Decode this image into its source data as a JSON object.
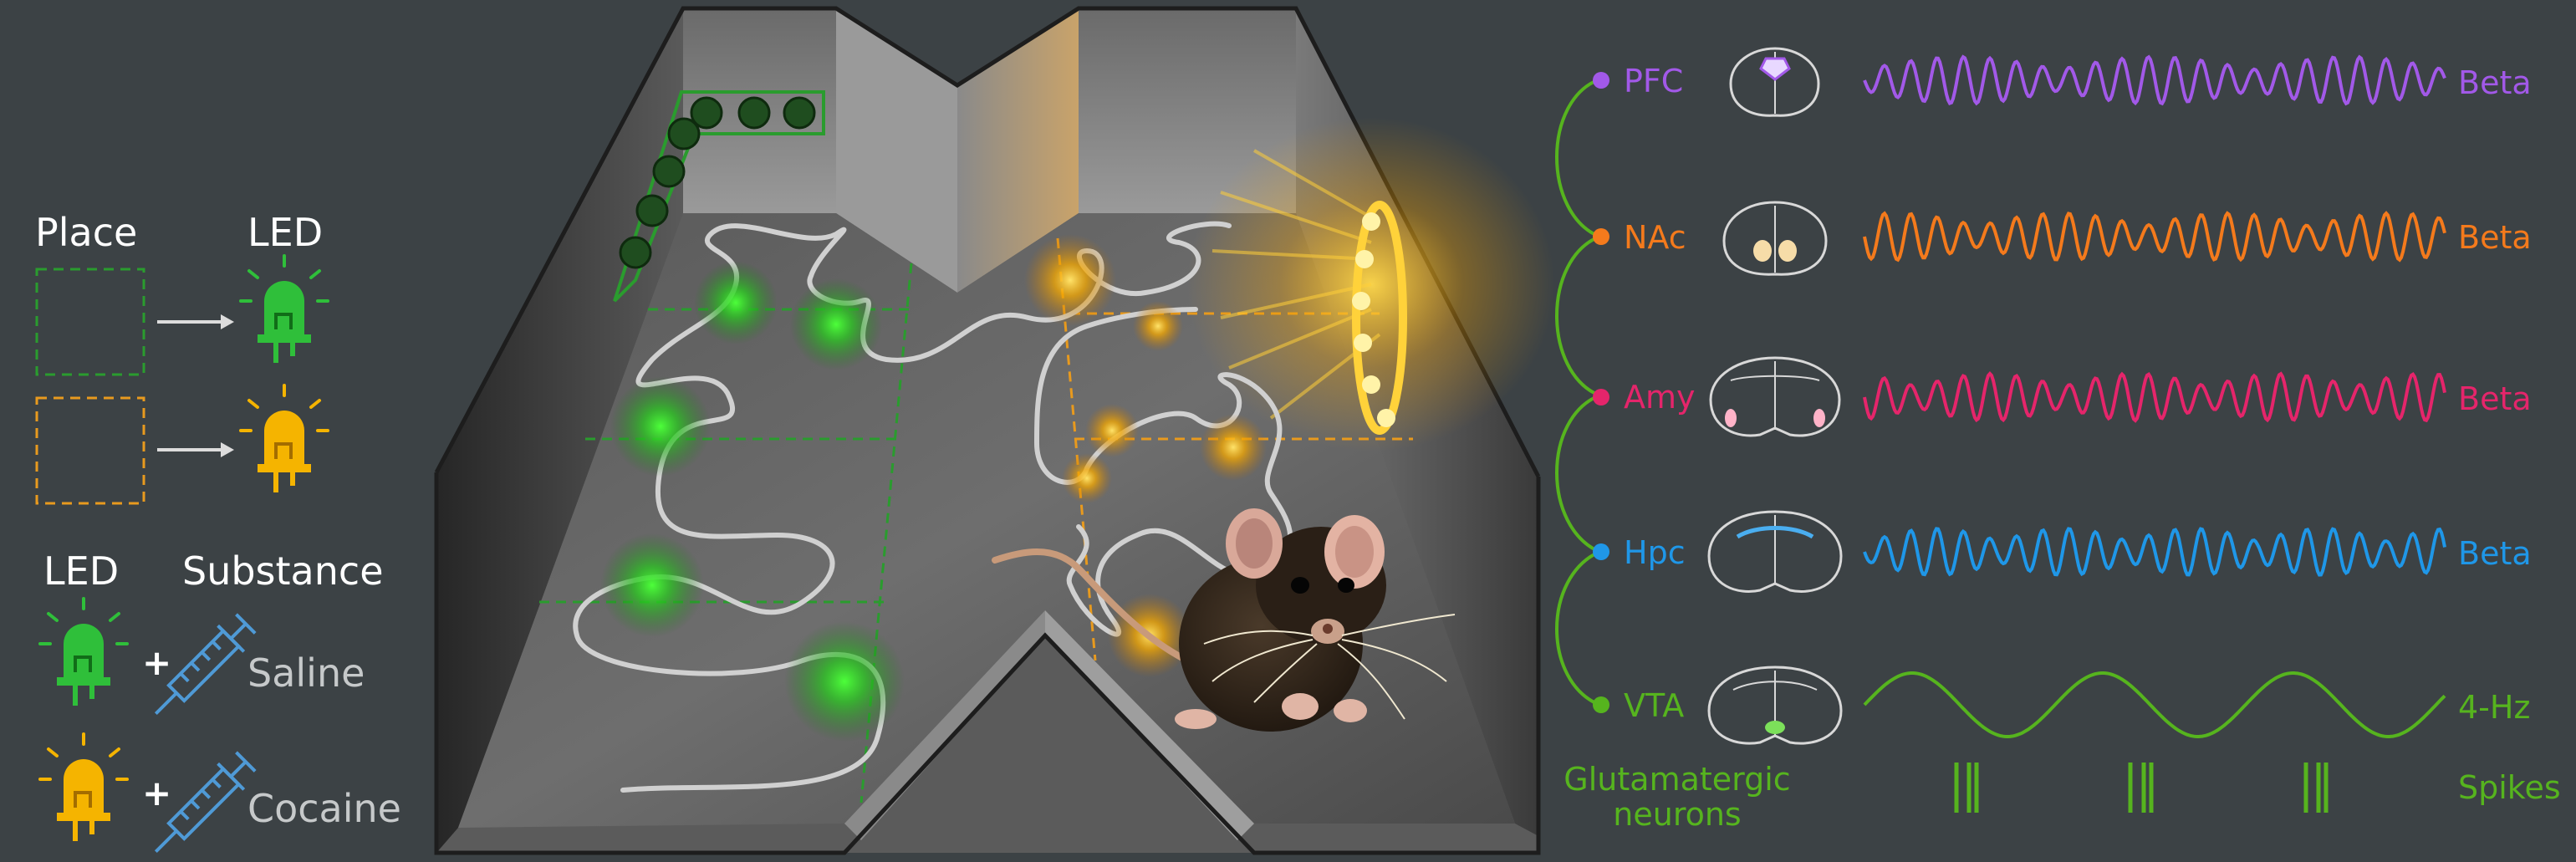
{
  "legend": {
    "place_label": "Place",
    "led_label": "LED",
    "led_label2": "LED",
    "substance_label": "Substance",
    "saline_label": "Saline",
    "cocaine_label": "Cocaine",
    "plus_sign": "+"
  },
  "regions": [
    {
      "name": "PFC",
      "band": "Beta",
      "color": "#a259e8"
    },
    {
      "name": "NAc",
      "band": "Beta",
      "color": "#f47a1c"
    },
    {
      "name": "Amy",
      "band": "Beta",
      "color": "#e5256b"
    },
    {
      "name": "Hpc",
      "band": "Beta",
      "color": "#1f97e8"
    },
    {
      "name": "VTA",
      "band": "4-Hz",
      "color": "#56b41e"
    }
  ],
  "glutamatergic_label": "Glutamatergic neurons",
  "glutamatergic_line1": "Glutamatergic",
  "glutamatergic_line2": "neurons",
  "spikes_label": "Spikes",
  "colors": {
    "background": "#3c4245",
    "green_led": "#2fbf3a",
    "orange_led": "#f5b400",
    "syringe": "#4f9ad6",
    "connector": "#56b41e"
  }
}
